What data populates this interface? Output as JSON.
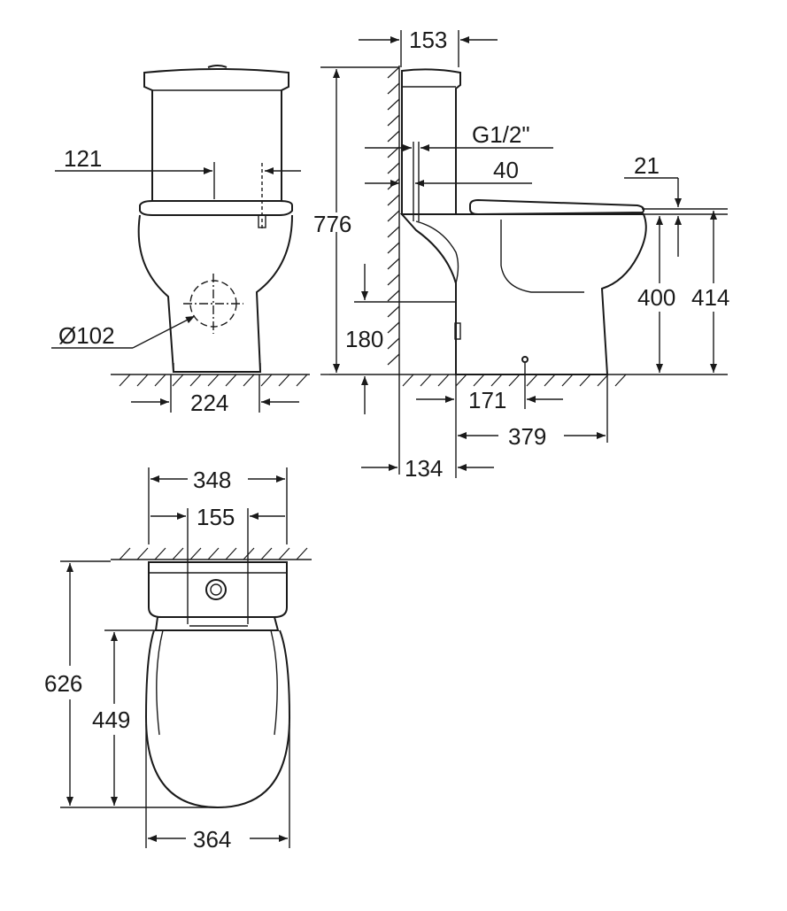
{
  "dimensions": {
    "front": {
      "d121": "121",
      "d102": "Ø102",
      "d224": "224"
    },
    "side": {
      "d153": "153",
      "d776": "776",
      "g12": "G1/2\"",
      "d40": "40",
      "d21": "21",
      "d400": "400",
      "d414": "414",
      "d180": "180",
      "d171": "171",
      "d379": "379",
      "d134": "134"
    },
    "top": {
      "d348": "348",
      "d155": "155",
      "d626": "626",
      "d449": "449",
      "d364": "364"
    }
  }
}
